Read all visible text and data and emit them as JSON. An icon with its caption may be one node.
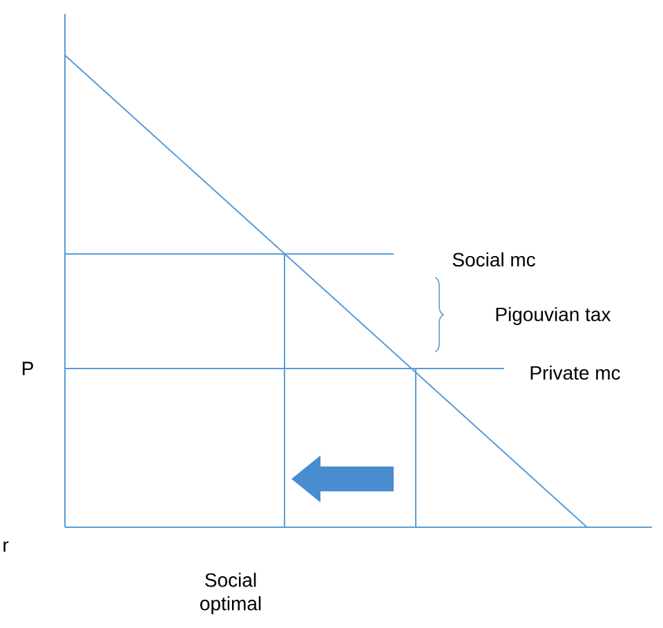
{
  "diagram": {
    "labels": [
      "Social mc",
      "Pigouvian tax",
      "P",
      "Private mc",
      "r",
      "Social optimal"
    ]
  }
}
